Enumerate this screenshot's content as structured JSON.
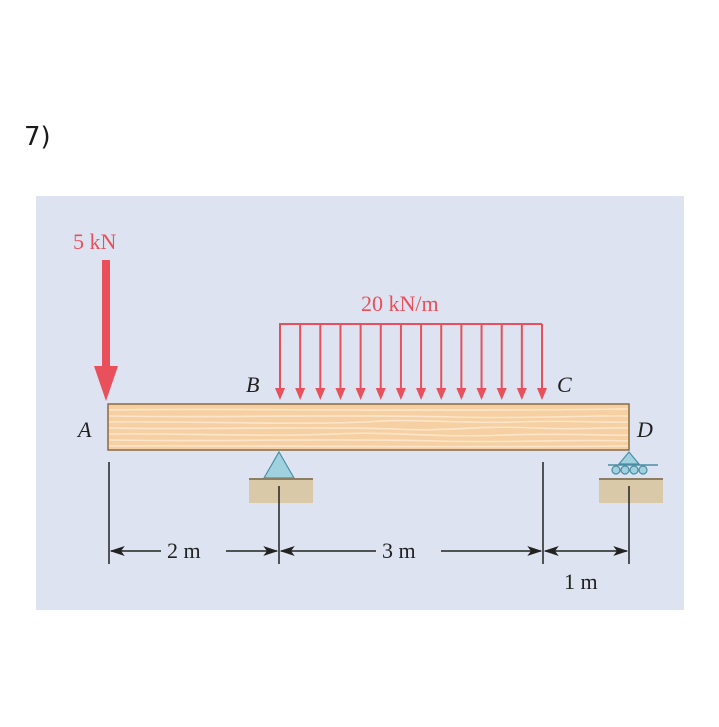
{
  "problem": {
    "number_label": "7)"
  },
  "colors": {
    "panel": "#dde3f0",
    "load": "#e8505b",
    "beam_fill": "#f6d0a2",
    "beam_grain": "#fbe6cb",
    "beam_edge": "#8a6a45",
    "support": "#9fd1df",
    "support_edge": "#4b8ea3",
    "ground": "#d9c9a8",
    "ground_edge": "#8c7e63",
    "ink": "#222222"
  },
  "diagram": {
    "point_load": {
      "label": "5 kN"
    },
    "distributed_load": {
      "label": "20 kN/m",
      "arrow_count": 14
    },
    "points": {
      "A": "A",
      "B": "B",
      "C": "C",
      "D": "D"
    },
    "dimensions": [
      {
        "label": "2 m"
      },
      {
        "label": "3 m"
      },
      {
        "label": "1 m"
      }
    ]
  }
}
